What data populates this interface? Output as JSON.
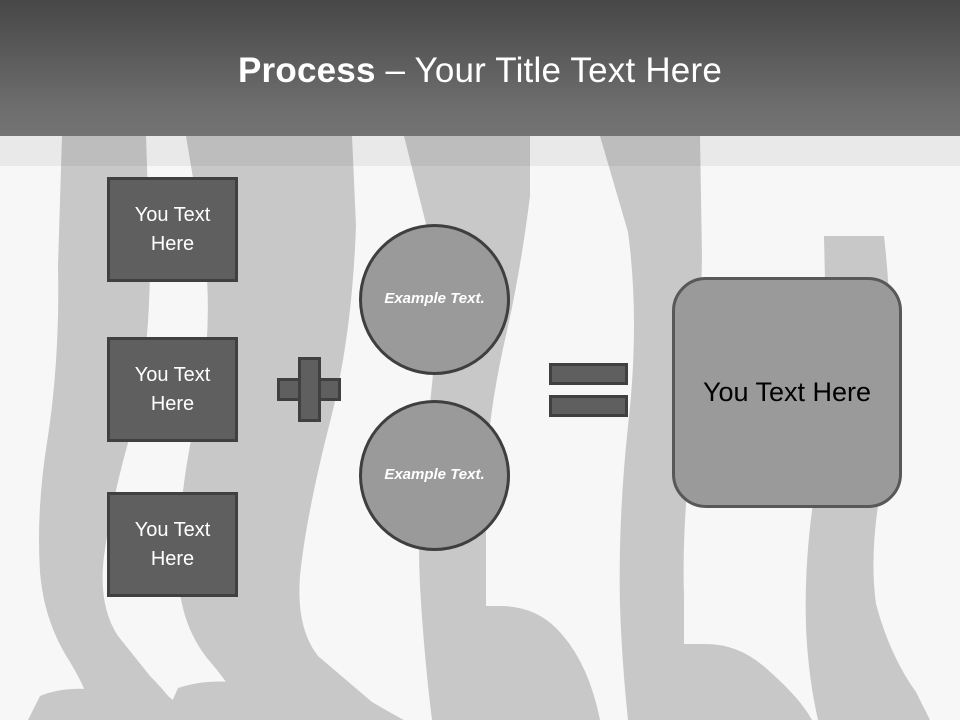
{
  "slide": {
    "header": {
      "title_strong": "Process",
      "title_rest": " – Your Title Text Here",
      "background_top_color": "#474747",
      "background_bottom_color": "#737373",
      "text_color": "#ffffff"
    },
    "background": {
      "base_color": "#f7f7f7",
      "silhouette_color": "#c8c8c8",
      "band_color": "#c4c4c4",
      "description": "legs-in-high-heels-silhouette"
    },
    "diagram": {
      "input_boxes": [
        {
          "label": "You Text Here",
          "fill": "#5f5f5f",
          "border": "#404040",
          "text_color": "#ffffff"
        },
        {
          "label": "You Text Here",
          "fill": "#5f5f5f",
          "border": "#404040",
          "text_color": "#ffffff"
        },
        {
          "label": "You Text Here",
          "fill": "#5f5f5f",
          "border": "#404040",
          "text_color": "#ffffff"
        }
      ],
      "plus_operator": {
        "symbol": "+",
        "fill": "#5f5f5f",
        "border": "#404040"
      },
      "circles": [
        {
          "label": "Example Text.",
          "fill": "#9a9a9a",
          "border": "#3f3f3f",
          "text_color": "#ffffff"
        },
        {
          "label": "Example Text.",
          "fill": "#9a9a9a",
          "border": "#3f3f3f",
          "text_color": "#ffffff"
        }
      ],
      "equals_operator": {
        "symbol": "=",
        "fill": "#5f5f5f",
        "border": "#404040"
      },
      "result_box": {
        "label": "You Text Here",
        "fill": "#9a9a9a",
        "border": "#585858",
        "text_color": "#000000"
      }
    }
  }
}
